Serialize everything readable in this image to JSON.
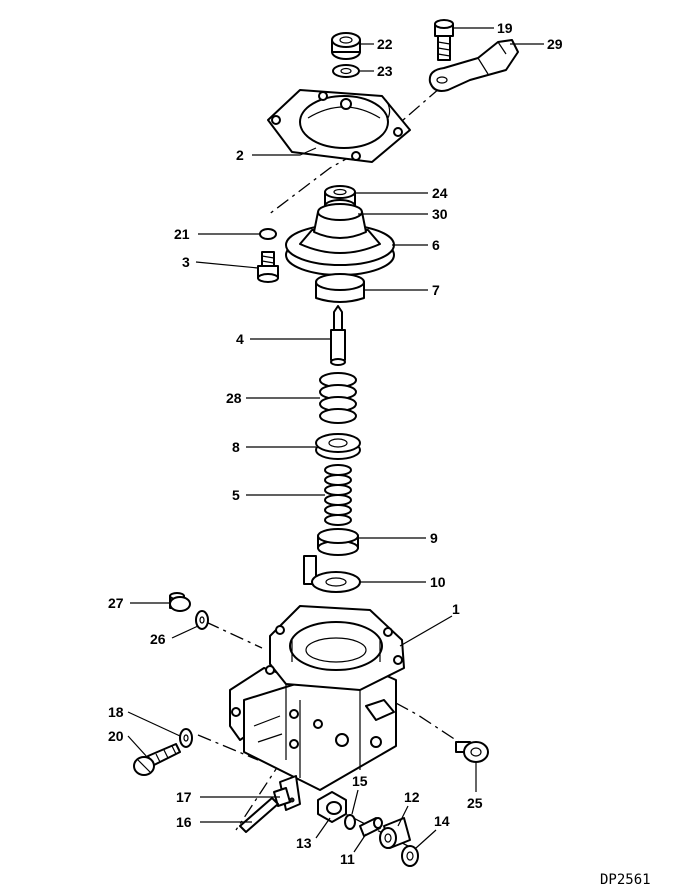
{
  "drawing_code": "DP2561",
  "callouts": {
    "c1": "1",
    "c2": "2",
    "c3": "3",
    "c4": "4",
    "c5": "5",
    "c6": "6",
    "c7": "7",
    "c8": "8",
    "c9": "9",
    "c10": "10",
    "c11": "11",
    "c12": "12",
    "c13": "13",
    "c14": "14",
    "c15": "15",
    "c16": "16",
    "c17": "17",
    "c18": "18",
    "c19": "19",
    "c20": "20",
    "c21": "21",
    "c22": "22",
    "c23": "23",
    "c24": "24",
    "c25": "25",
    "c26": "26",
    "c27": "27",
    "c28": "28",
    "c29": "29",
    "c30": "30"
  }
}
